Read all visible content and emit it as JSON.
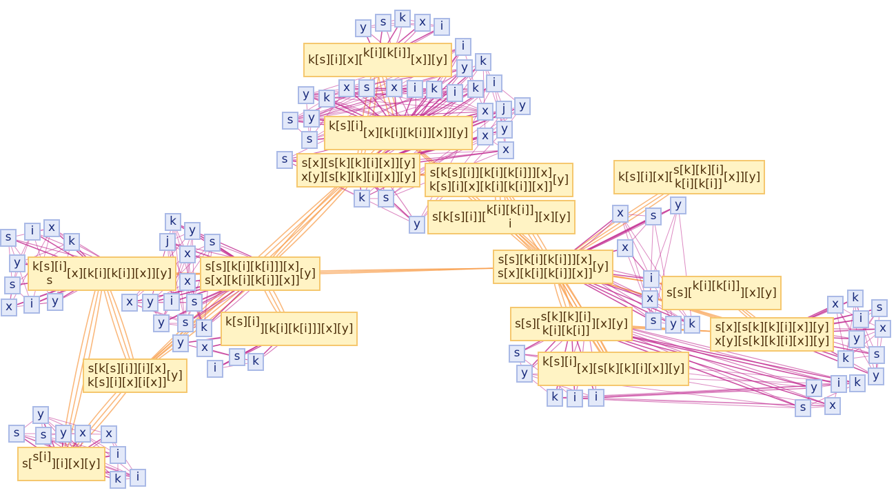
{
  "colors": {
    "hub_fill": "#fff0b9",
    "hub_border": "#f5c76e",
    "leaf_fill": "#dee5f8",
    "leaf_border": "#a9b9e6",
    "leaf_text": "#16287a",
    "edge_leaf": "#c0288f",
    "edge_hub": "#f8a050"
  },
  "hubs": [
    {
      "parts": [
        {
          "t": "k[s][i][x]["
        },
        {
          "stack": [
            "k[i][k[i]]",
            ""
          ]
        },
        {
          "t": "[x]][y]"
        }
      ]
    },
    {
      "parts": [
        {
          "stack": [
            "k[s][i]",
            ""
          ]
        },
        {
          "t": "[x][k[i][k[i]][x]][y]"
        }
      ]
    },
    {
      "parts": [
        {
          "stack": [
            "s[x][s[k][k][i][x]][y]",
            "x[y][s[k][k][i][x]][y]"
          ]
        }
      ]
    },
    {
      "parts": [
        {
          "stack": [
            "s[k[s][i]][k[i][k[i]]][x]",
            "k[s][i][x][k[i][k[i]][x]]"
          ]
        },
        {
          "t": "[y]"
        }
      ]
    },
    {
      "parts": [
        {
          "t": "s[k[s][i]]["
        },
        {
          "stack": [
            "k[i][k[i]]",
            "i"
          ]
        },
        {
          "t": "][x][y]"
        }
      ]
    },
    {
      "parts": [
        {
          "t": "k[s][i][x]["
        },
        {
          "stack": [
            "s[k][k][i]",
            "k[i][k[i]]"
          ]
        },
        {
          "t": "[x]][y]"
        }
      ]
    },
    {
      "parts": [
        {
          "stack": [
            "s[s][k[i][k[i]]][x]",
            "s[x][k[i][k[i]][x]]"
          ]
        },
        {
          "t": "[y]"
        }
      ]
    },
    {
      "parts": [
        {
          "t": "s[s]["
        },
        {
          "stack": [
            "k[i][k[i]]",
            ""
          ]
        },
        {
          "t": "][x][y]"
        }
      ]
    },
    {
      "parts": [
        {
          "t": "s[s]["
        },
        {
          "stack": [
            "s[k][k][i]",
            "k[i][k[i]]"
          ]
        },
        {
          "t": "][x][y]"
        }
      ]
    },
    {
      "parts": [
        {
          "stack": [
            "k[s][i]",
            ""
          ]
        },
        {
          "t": "[x][s[k][k][i][x]][y]"
        }
      ]
    },
    {
      "parts": [
        {
          "stack": [
            "s[x][s[k][k][i][x]][y]",
            "x[y][s[k][k][i][x]][y]"
          ]
        }
      ]
    },
    {
      "parts": [
        {
          "stack": [
            "k[s][i]",
            "s"
          ]
        },
        {
          "t": "[x][k[i][k[i]][x]][y]"
        }
      ]
    },
    {
      "parts": [
        {
          "stack": [
            "s[s][k[i][k[i]]][x]",
            "s[x][k[i][k[i]][x]]"
          ]
        },
        {
          "t": "[y]"
        }
      ]
    },
    {
      "parts": [
        {
          "stack": [
            "k[s][i]",
            ""
          ]
        },
        {
          "t": "][k[i][k[i]]][x][y]"
        }
      ]
    },
    {
      "parts": [
        {
          "stack": [
            "s[k[s][i]][i][x]",
            "k[s][i][x][i[x]]"
          ]
        },
        {
          "t": "[y]"
        }
      ]
    },
    {
      "parts": [
        {
          "t": "s["
        },
        {
          "stack": [
            "s[i]",
            ""
          ]
        },
        {
          "t": "][i][x][y]"
        }
      ]
    }
  ],
  "leaf_groups": [
    {
      "letters": [
        "y",
        "s",
        "k",
        "x",
        "i"
      ]
    },
    {
      "letters": [
        "s",
        "x",
        "i",
        "k",
        "y",
        "x",
        "k",
        "y",
        "i",
        "k",
        "i",
        "y",
        "s",
        "s",
        "x"
      ]
    },
    {
      "letters": [
        "k",
        "i",
        "j",
        "x",
        "y",
        "y",
        "x",
        "s",
        "k",
        "s",
        "y"
      ]
    },
    {
      "letters": [
        "x",
        "s",
        "x",
        "i",
        "x",
        "s",
        "y",
        "k",
        "y"
      ]
    },
    {
      "letters": [
        "k",
        "i",
        "s",
        "y",
        "x",
        "k",
        "s",
        "y",
        "x"
      ]
    },
    {
      "letters": [
        "s",
        "y",
        "k",
        "i",
        "i",
        "y",
        "i",
        "k",
        "s",
        "x"
      ]
    },
    {
      "letters": [
        "i",
        "x",
        "k",
        "y",
        "s",
        "s",
        "i",
        "y",
        "x"
      ]
    },
    {
      "letters": [
        "k",
        "y",
        "j",
        "x",
        "s",
        "y",
        "x",
        "i",
        "s",
        "s",
        "y",
        "k",
        "x"
      ]
    },
    {
      "letters": [
        "s",
        "y",
        "x",
        "i",
        "s",
        "y",
        "k",
        "i",
        "x"
      ]
    },
    {
      "letters": [
        "x",
        "s",
        "i",
        "k",
        "y"
      ]
    }
  ]
}
